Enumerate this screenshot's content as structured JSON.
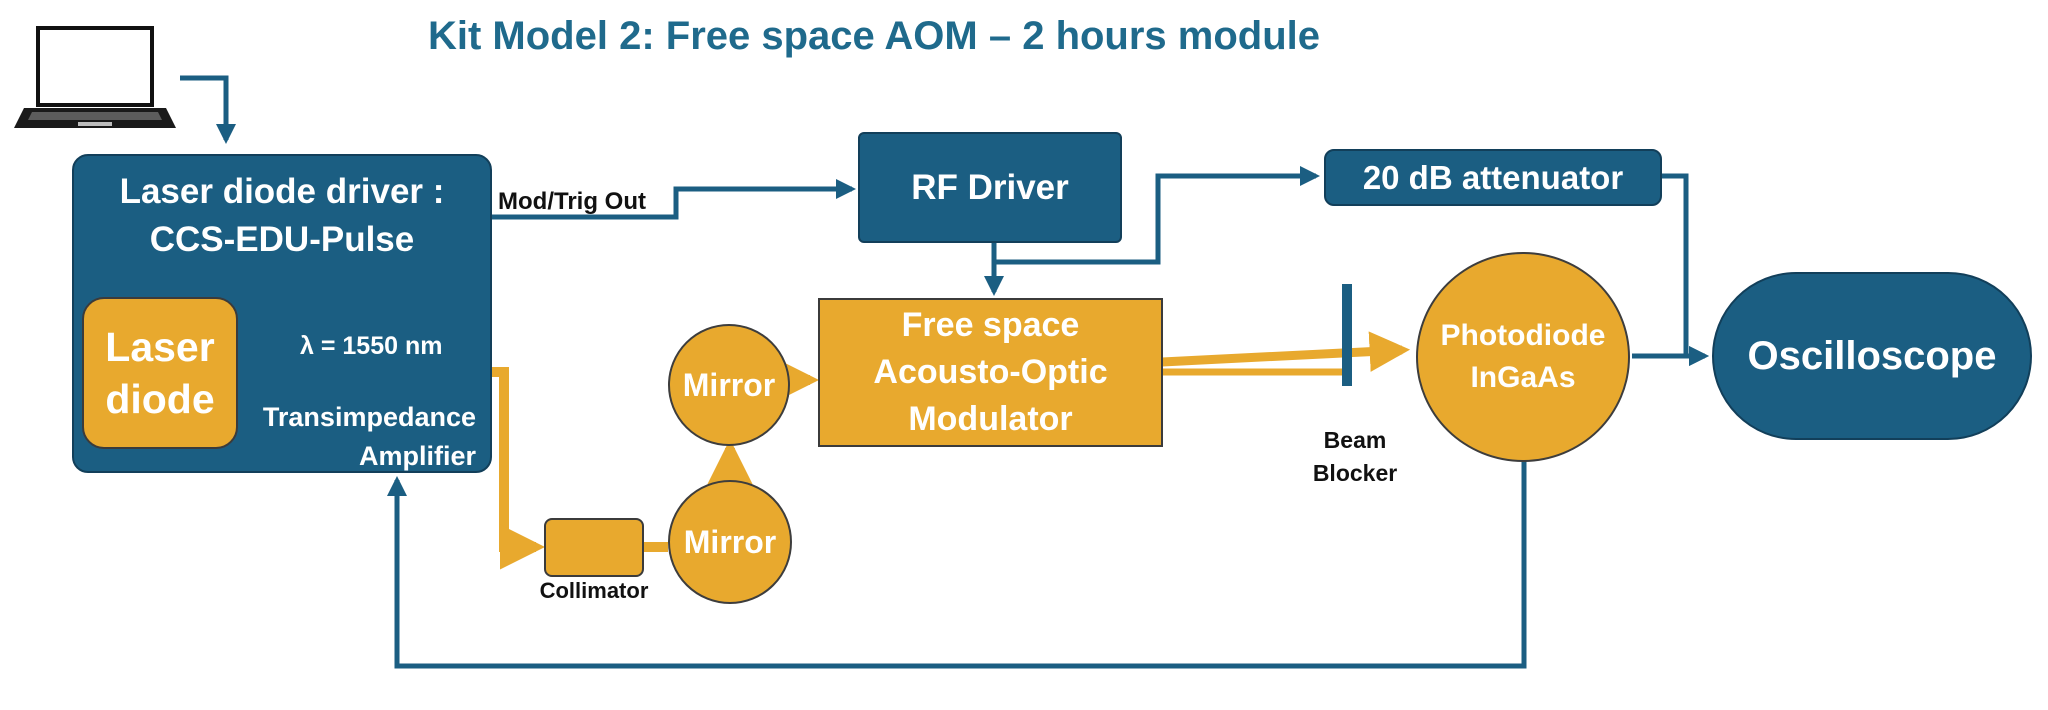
{
  "title": "Kit Model 2: Free space AOM – 2 hours module",
  "driver": {
    "title": "Laser diode driver :\nCCS-EDU-Pulse",
    "laser": "Laser\ndiode",
    "wavelength": "λ = 1550 nm",
    "amplifier": "Transimpedance\nAmplifier",
    "mod_trig": "Mod/Trig Out"
  },
  "rf_driver": "RF Driver",
  "attenuator": "20 dB attenuator",
  "aom": "Free space\nAcousto-Optic\nModulator",
  "mirror_upper": "Mirror",
  "mirror_lower": "Mirror",
  "collimator": "Collimator",
  "beam_blocker": "Beam\nBlocker",
  "photodiode": "Photodiode\nInGaAs",
  "oscilloscope": "Oscilloscope",
  "icons": {
    "computer": "laptop-icon"
  },
  "colors": {
    "signal": "#1b5e82",
    "optical": "#e8a92e",
    "title": "#1f6a8c"
  }
}
